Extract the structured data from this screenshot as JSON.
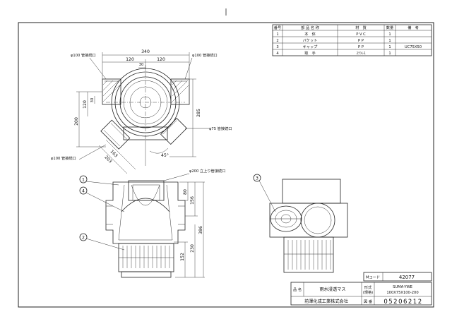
{
  "parts_table": {
    "headers": [
      "番号",
      "部 品 名 称",
      "材　質",
      "数量",
      "備　考"
    ],
    "rows": [
      {
        "no": "1",
        "name": "本　体",
        "material": "P V C",
        "qty": "1",
        "note": ""
      },
      {
        "no": "2",
        "name": "バケット",
        "material": "P P",
        "qty": "1",
        "note": ""
      },
      {
        "no": "3",
        "name": "キャップ",
        "material": "P P",
        "qty": "1",
        "note": "UC75X50"
      },
      {
        "no": "4",
        "name": "取　手",
        "material": "ｽﾃﾝﾚｽ",
        "qty": "1",
        "note": ""
      }
    ]
  },
  "title_block": {
    "m_code_label": "Mコード",
    "m_code": "42077",
    "name_label": "品 名",
    "product_name": "雨水浸透マス",
    "model_label": "形式",
    "model_sub": "(規格)",
    "model": "SUMA-YWE",
    "spec": "100X75X100-200",
    "company": "前澤化成工業株式会社",
    "drawing_no_label": "図 番",
    "drawing_no": "05206212"
  },
  "plan_view": {
    "dim_overall": "340",
    "dim_left": "120",
    "dim_right": "120",
    "dim_30_top": "30",
    "dim_30_side": "30",
    "dim_120_side": "120",
    "dim_200": "200",
    "dim_285": "285",
    "dim_163": "163",
    "dim_203": "203",
    "angle": "45°",
    "label_left_port": "φ100 管接続口",
    "label_right_port": "φ100 管接続口",
    "label_75_port": "φ75 管接続口",
    "label_bottom_port": "φ100 管接続口"
  },
  "front_view": {
    "label_riser": "φ200 立上り管接続口",
    "dim_80": "80",
    "dim_156": "156",
    "dim_386": "386",
    "dim_230": "230",
    "dim_152": "152",
    "callout_1": "1",
    "callout_2": "2",
    "callout_4": "4"
  },
  "side_view": {
    "callout_3": "3"
  }
}
